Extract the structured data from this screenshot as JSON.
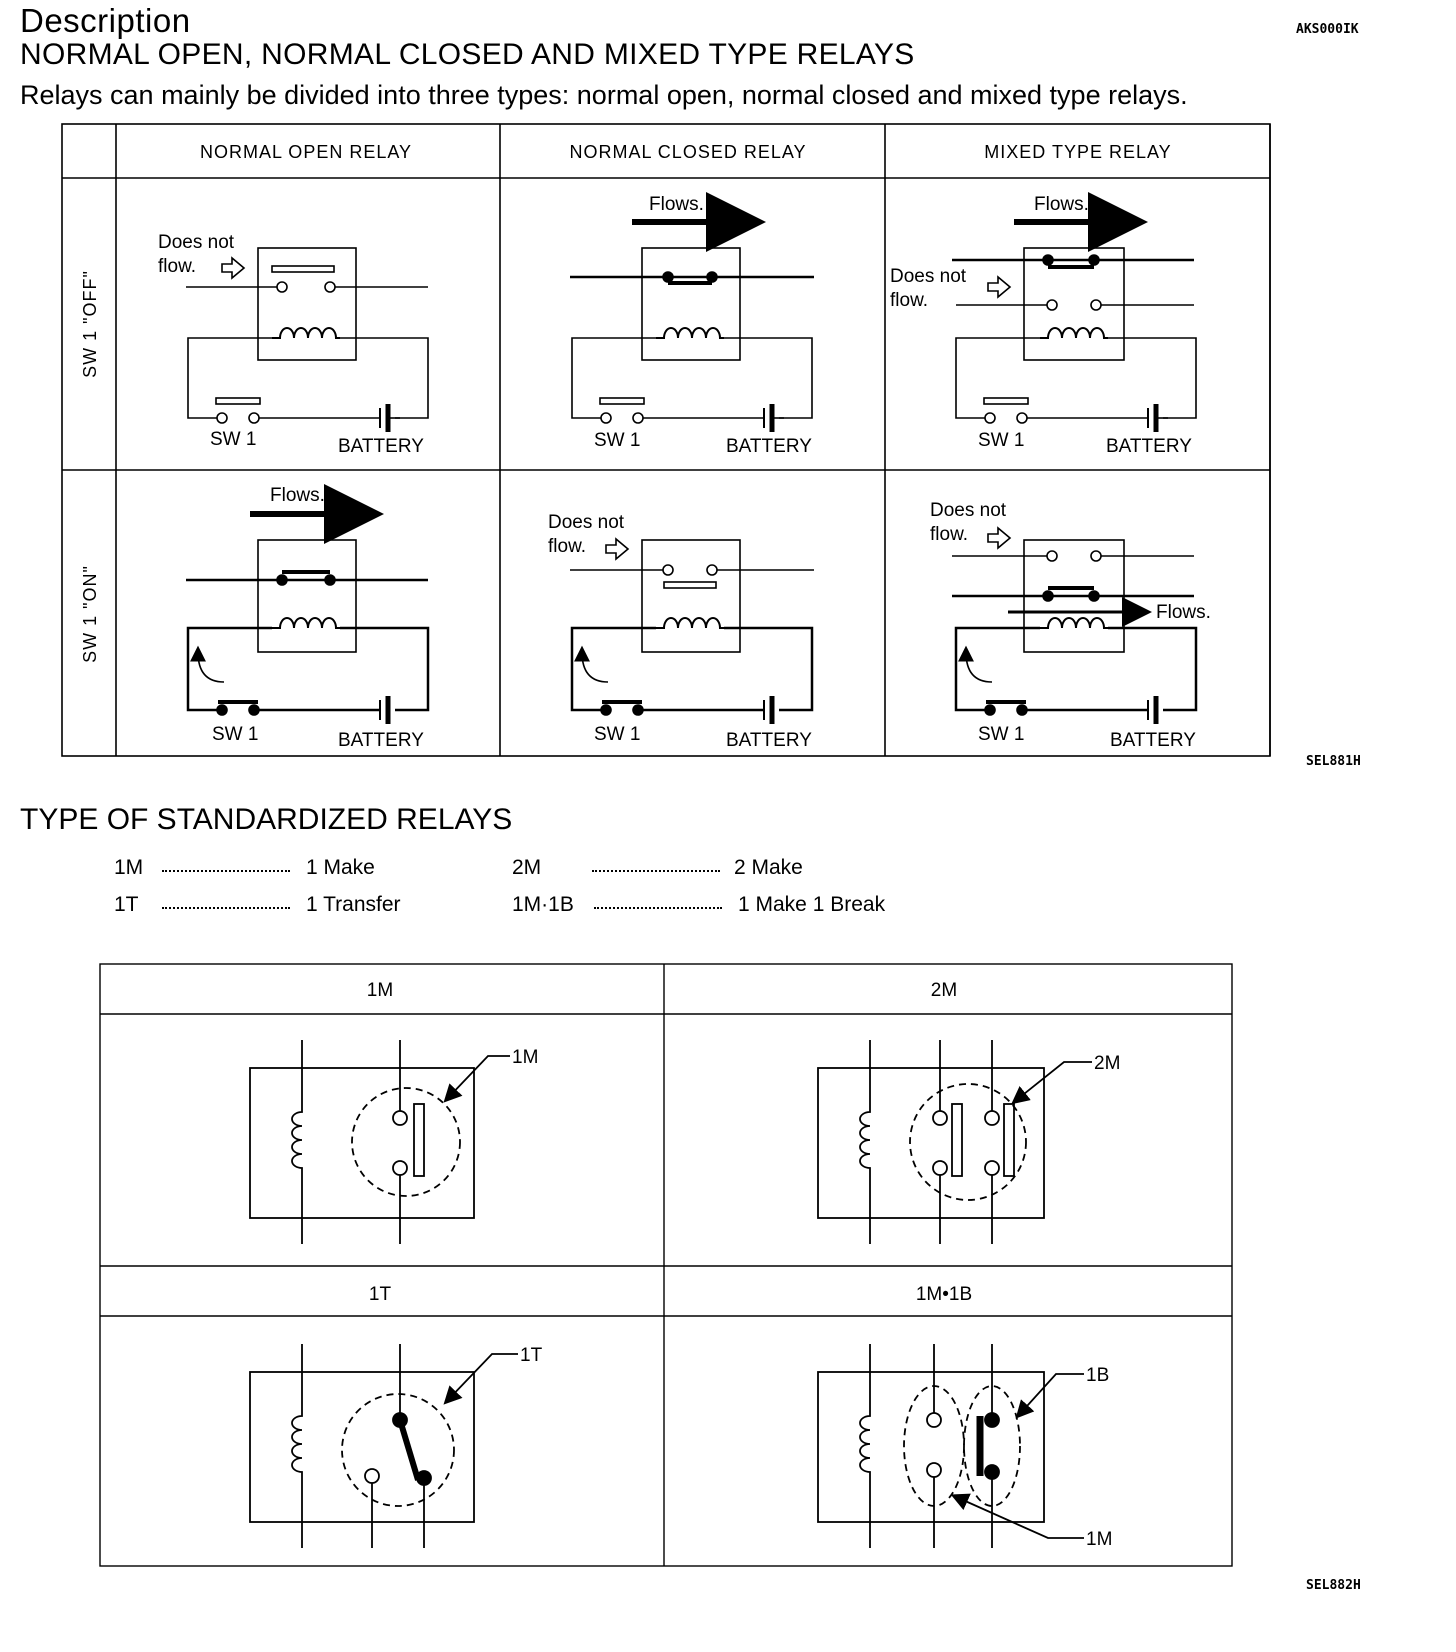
{
  "title": "Description",
  "doc_code": "AKS000IK",
  "subtitle": "NORMAL OPEN, NORMAL CLOSED AND MIXED TYPE RELAYS",
  "intro": "Relays can mainly be divided into three types: normal open, normal closed and mixed type relays.",
  "relay_table": {
    "columns": [
      "NORMAL OPEN RELAY",
      "NORMAL CLOSED RELAY",
      "MIXED TYPE RELAY"
    ],
    "rows": [
      "SW 1 \"OFF\"",
      "SW 1 \"ON\""
    ],
    "labels": {
      "flows": "Flows.",
      "does_not": "Does not",
      "flow": "flow.",
      "sw1": "SW 1",
      "battery": "BATTERY"
    },
    "figure_code": "SEL881H"
  },
  "standardized": {
    "title": "TYPE OF STANDARDIZED RELAYS",
    "legend": [
      {
        "code": "1M",
        "meaning": "1 Make"
      },
      {
        "code": "2M",
        "meaning": "2 Make"
      },
      {
        "code": "1T",
        "meaning": "1 Transfer"
      },
      {
        "code": "1M·1B",
        "meaning": "1 Make 1 Break"
      }
    ],
    "cells": [
      "1M",
      "2M",
      "1T",
      "1M•1B"
    ],
    "callouts": {
      "m1": "1M",
      "m2": "2M",
      "t1": "1T",
      "b1": "1B",
      "mm": "1M"
    },
    "figure_code": "SEL882H"
  }
}
